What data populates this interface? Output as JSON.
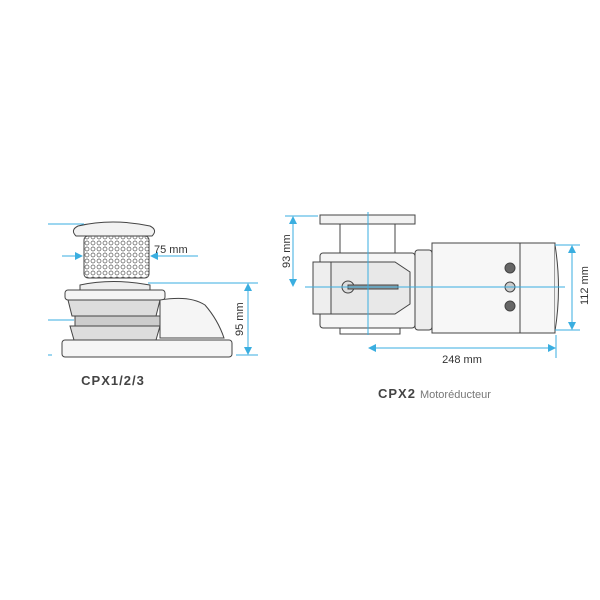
{
  "left_drawing": {
    "caption": "CPX1/2/3",
    "dimensions": {
      "drum_diameter": "75 mm",
      "height": "95 mm"
    }
  },
  "right_drawing": {
    "caption": "CPX2",
    "subcaption": "Motoréducteur",
    "dimensions": {
      "shaft_height": "93 mm",
      "motor_diameter": "112 mm",
      "length": "248 mm"
    }
  },
  "colors": {
    "dimension_line": "#3aaee0",
    "outline": "#444444"
  }
}
